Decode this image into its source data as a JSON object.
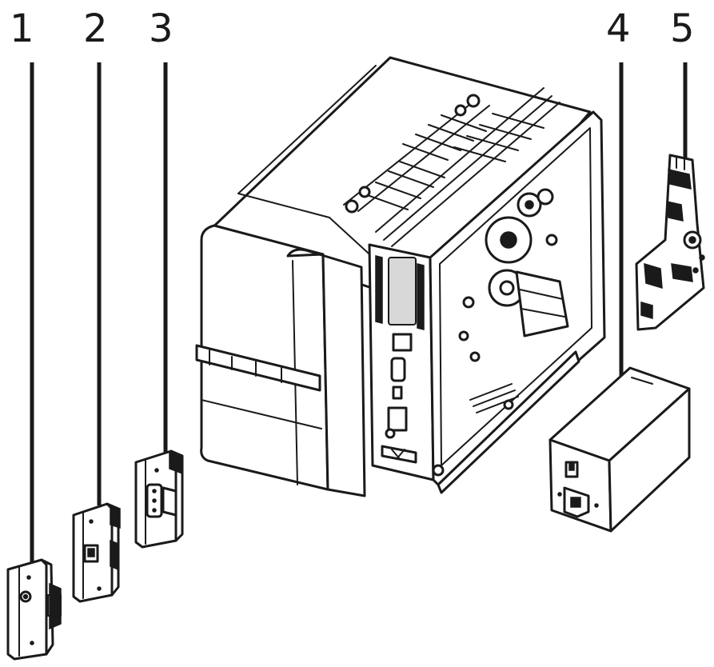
{
  "callouts": [
    {
      "id": 1,
      "label": "1"
    },
    {
      "id": 2,
      "label": "2"
    },
    {
      "id": 3,
      "label": "3"
    },
    {
      "id": 4,
      "label": "4"
    },
    {
      "id": 5,
      "label": "5"
    }
  ]
}
